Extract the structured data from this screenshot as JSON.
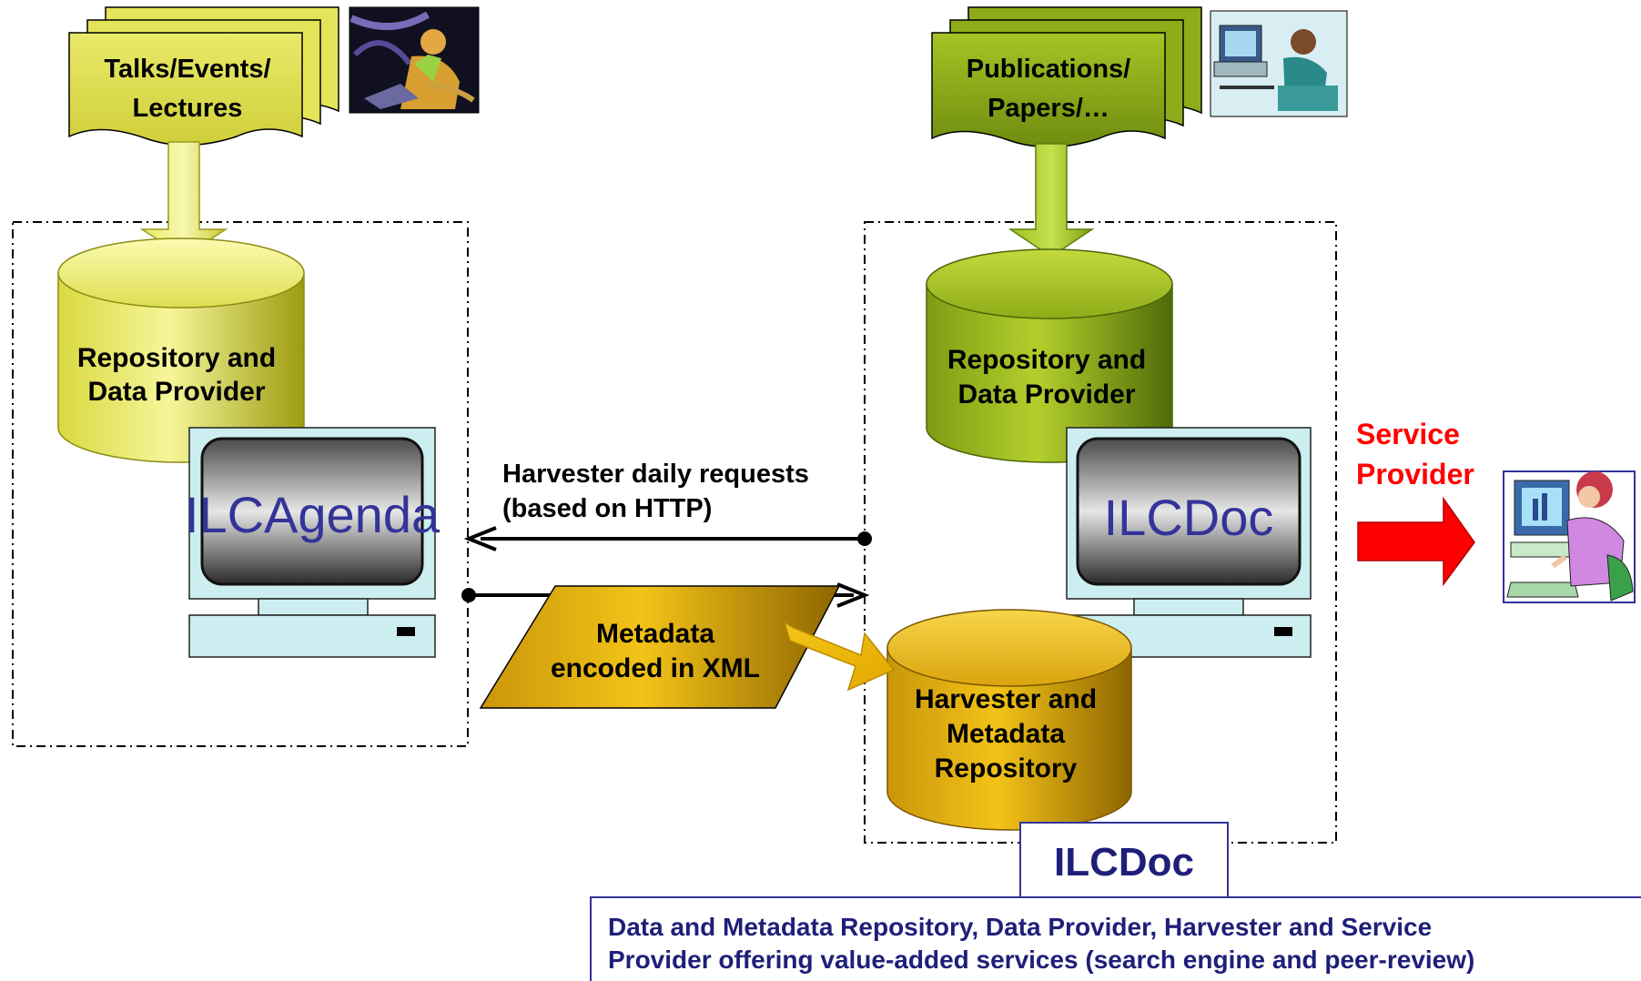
{
  "colors": {
    "yellow_light": "#f2f27a",
    "yellow_dark": "#a8a81c",
    "green_light": "#b6d12a",
    "green_dark": "#5f7d10",
    "gold_light": "#f3c318",
    "gold_dark": "#9b6f00",
    "monitor_bezel": "#cdeef0",
    "accent_red": "#ff0000",
    "accent_navy": "#333399"
  },
  "left": {
    "docs_label": [
      "Talks/Events/",
      "Lectures"
    ],
    "repo_label": [
      "Repository and",
      "Data Provider"
    ],
    "monitor_label": "ILCAgenda"
  },
  "right": {
    "docs_label": [
      "Publications/",
      "Papers/…"
    ],
    "repo_label": [
      "Repository and",
      "Data Provider"
    ],
    "monitor_label": "ILCDoc",
    "harvester_label": [
      "Harvester and",
      "Metadata",
      "Repository"
    ],
    "group_label": "ILCDoc"
  },
  "middle": {
    "request_label": [
      "Harvester daily requests",
      "(based on HTTP)"
    ],
    "metadata_label": [
      "Metadata",
      "encoded in XML"
    ]
  },
  "service": {
    "label": [
      "Service",
      "Provider"
    ]
  },
  "caption": {
    "line1": "Data and Metadata Repository, Data Provider, Harvester and Service",
    "line2": "Provider offering value-added services (search engine and peer-review)"
  },
  "icons": [
    "clipart-person-laptop-icon",
    "clipart-person-computer-icon",
    "clipart-service-user-icon",
    "monitor-icon",
    "database-icon",
    "document-stack-icon"
  ]
}
